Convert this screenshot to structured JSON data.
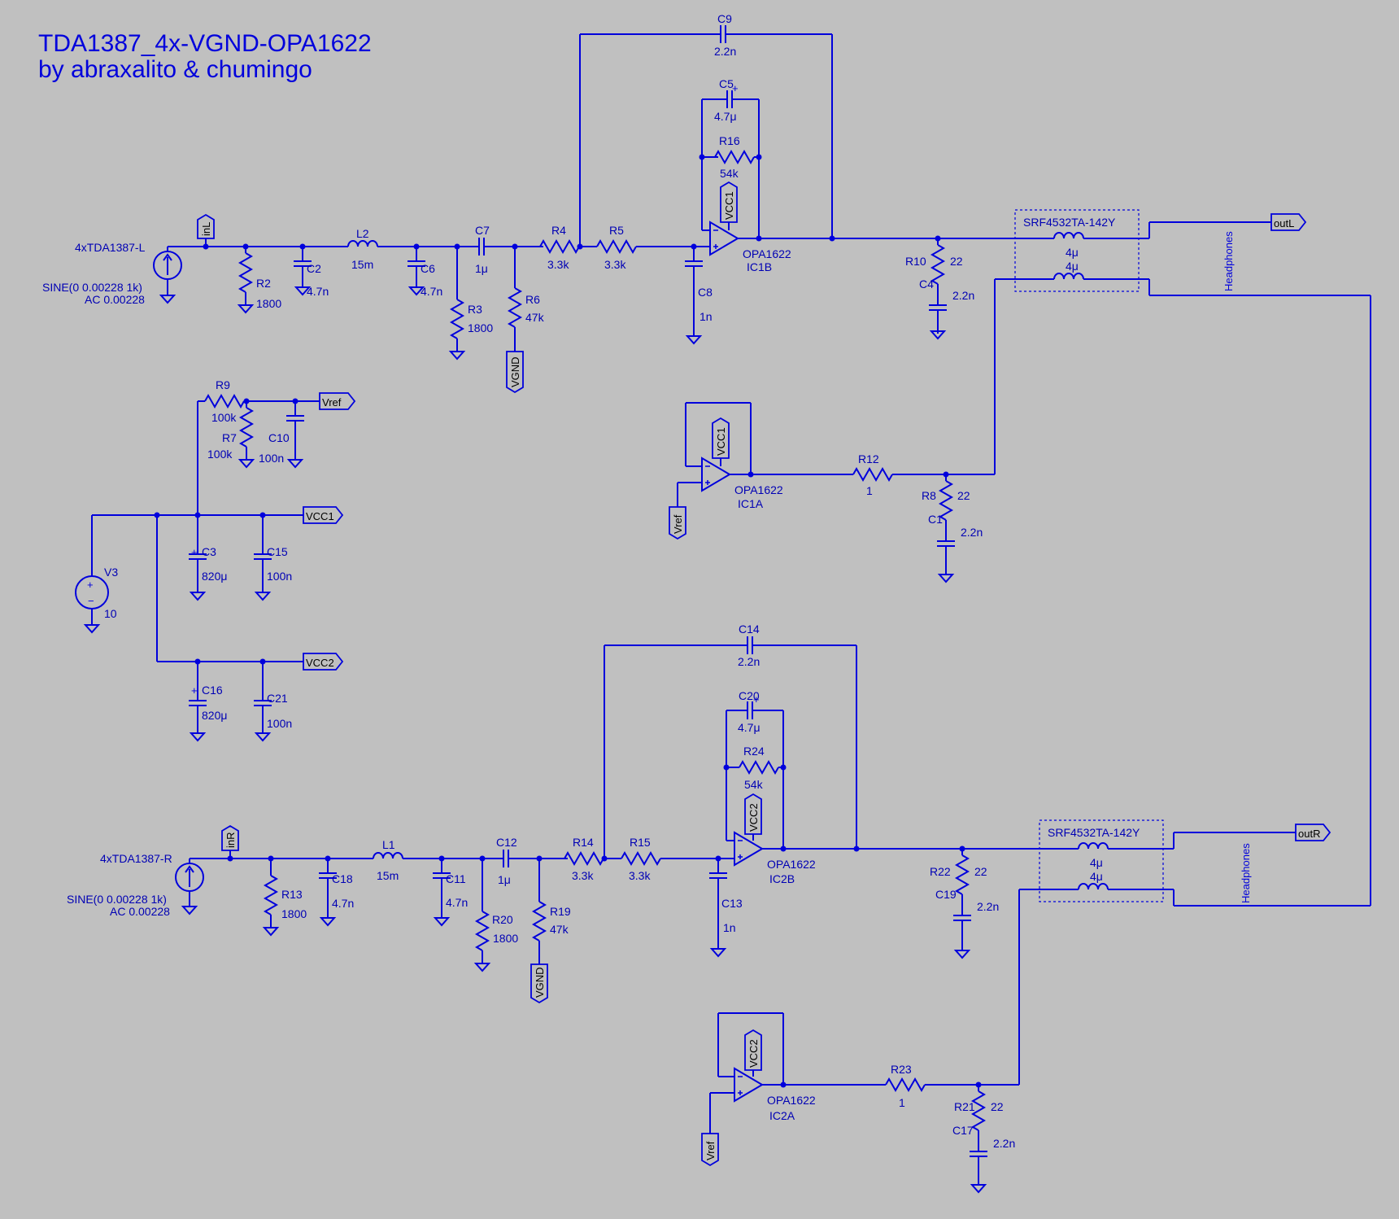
{
  "title": {
    "line1": "TDA1387_4x-VGND-OPA1622",
    "line2": "by abraxalito & chumingo"
  },
  "sources": {
    "inL_name": "4xTDA1387-L",
    "inL_sine": "SINE(0 0.00228 1k)",
    "inL_ac": "AC 0.00228",
    "inR_name": "4xTDA1387-R",
    "inR_sine": "SINE(0 0.00228 1k)",
    "inR_ac": "AC 0.00228",
    "v3_name": "V3",
    "v3_value": "10"
  },
  "flags": {
    "inL": "inL",
    "inR": "inR",
    "outL": "outL",
    "outR": "outR",
    "vref": "Vref",
    "vcc1": "VCC1",
    "vcc2": "VCC2",
    "vgnd": "VGND"
  },
  "components": {
    "L2": "L2",
    "L2v": "15m",
    "L1": "L1",
    "L1v": "15m",
    "R2": "R2",
    "R2v": "1800",
    "R3": "R3",
    "R3v": "1800",
    "R13": "R13",
    "R13v": "1800",
    "R20": "R20",
    "R20v": "1800",
    "C2": "C2",
    "C2v": "4.7n",
    "C6": "C6",
    "C6v": "4.7n",
    "C18": "C18",
    "C18v": "4.7n",
    "C11": "C11",
    "C11v": "4.7n",
    "C7": "C7",
    "C7v": "1μ",
    "C12": "C12",
    "C12v": "1μ",
    "R6": "R6",
    "R6v": "47k",
    "R19": "R19",
    "R19v": "47k",
    "R4": "R4",
    "R4v": "3.3k",
    "R5": "R5",
    "R5v": "3.3k",
    "R14": "R14",
    "R14v": "3.3k",
    "R15": "R15",
    "R15v": "3.3k",
    "C8": "C8",
    "C8v": "1n",
    "C13": "C13",
    "C13v": "1n",
    "C9": "C9",
    "C9v": "2.2n",
    "C14": "C14",
    "C14v": "2.2n",
    "C5": "C5",
    "C5v": "4.7μ",
    "C20": "C20",
    "C20v": "4.7μ",
    "R16": "R16",
    "R16v": "54k",
    "R24": "R24",
    "R24v": "54k",
    "IC1B": "IC1B",
    "IC1A": "IC1A",
    "IC2B": "IC2B",
    "IC2A": "IC2A",
    "opamp": "OPA1622",
    "R10": "R10",
    "R10v": "22",
    "C4": "C4",
    "C4v": "2.2n",
    "R22": "R22",
    "R22v": "22",
    "C19": "C19",
    "C19v": "2.2n",
    "R12": "R12",
    "R12v": "1",
    "R23": "R23",
    "R23v": "1",
    "R8": "R8",
    "R8v": "22",
    "C1": "C1",
    "C1v": "2.2n",
    "R21": "R21",
    "R21v": "22",
    "C17": "C17",
    "C17v": "2.2n",
    "R9": "R9",
    "R9v": "100k",
    "R7": "R7",
    "R7v": "100k",
    "C10": "C10",
    "C10v": "100n",
    "C3": "C3",
    "C3v": "820μ",
    "C15": "C15",
    "C15v": "100n",
    "C16": "C16",
    "C16v": "820μ",
    "C21": "C21",
    "C21v": "100n",
    "choke": "SRF4532TA-142Y",
    "chokeL": "4μ",
    "headphones": "Headphones"
  },
  "colors": {
    "background": "#c0c0c0",
    "wire": "#0000dc",
    "text": "#0000b4"
  }
}
